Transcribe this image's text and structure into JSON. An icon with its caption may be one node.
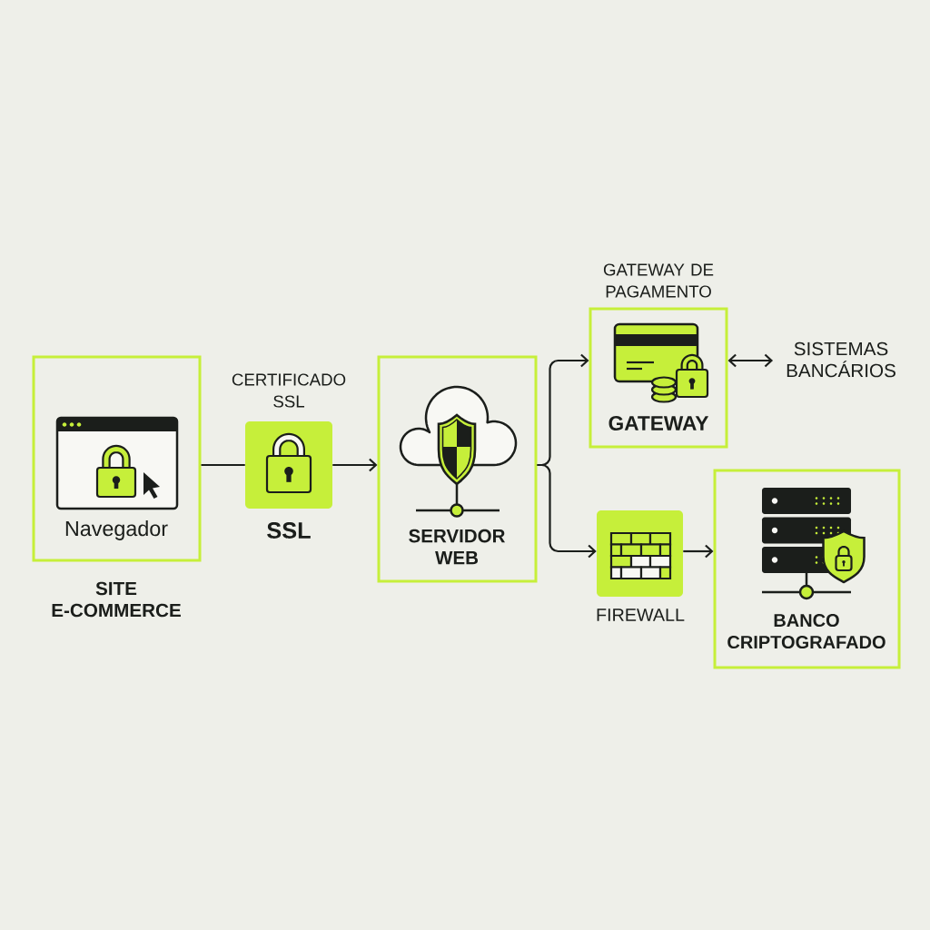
{
  "diagram": {
    "nodes": [
      {
        "text": [
          "Navegador",
          "SITE E-COMMERCE"
        ]
      },
      {
        "text": [
          "CERTIFICADO SSL",
          "SSL"
        ]
      },
      {
        "text": [
          "SERVIDOR WEB"
        ]
      },
      {
        "text": [
          "GATEWAY DE PAGAMENTO",
          "GATEWAY"
        ]
      },
      {
        "text": [
          "SISTEMAS BANCÁRIOS"
        ]
      },
      {
        "text": [
          "FIREWALL"
        ]
      },
      {
        "text": [
          "BANCO CRIPTOGRAFADO"
        ]
      }
    ],
    "edges": [
      {
        "from": 0,
        "to": 1,
        "arrow": "none"
      },
      {
        "from": 1,
        "to": 2,
        "arrow": "to"
      },
      {
        "from": 2,
        "to": 3,
        "arrow": "to"
      },
      {
        "from": 2,
        "to": 5,
        "arrow": "to"
      },
      {
        "from": 3,
        "to": 4,
        "arrow": "both"
      },
      {
        "from": 5,
        "to": 6,
        "arrow": "to"
      }
    ]
  }
}
